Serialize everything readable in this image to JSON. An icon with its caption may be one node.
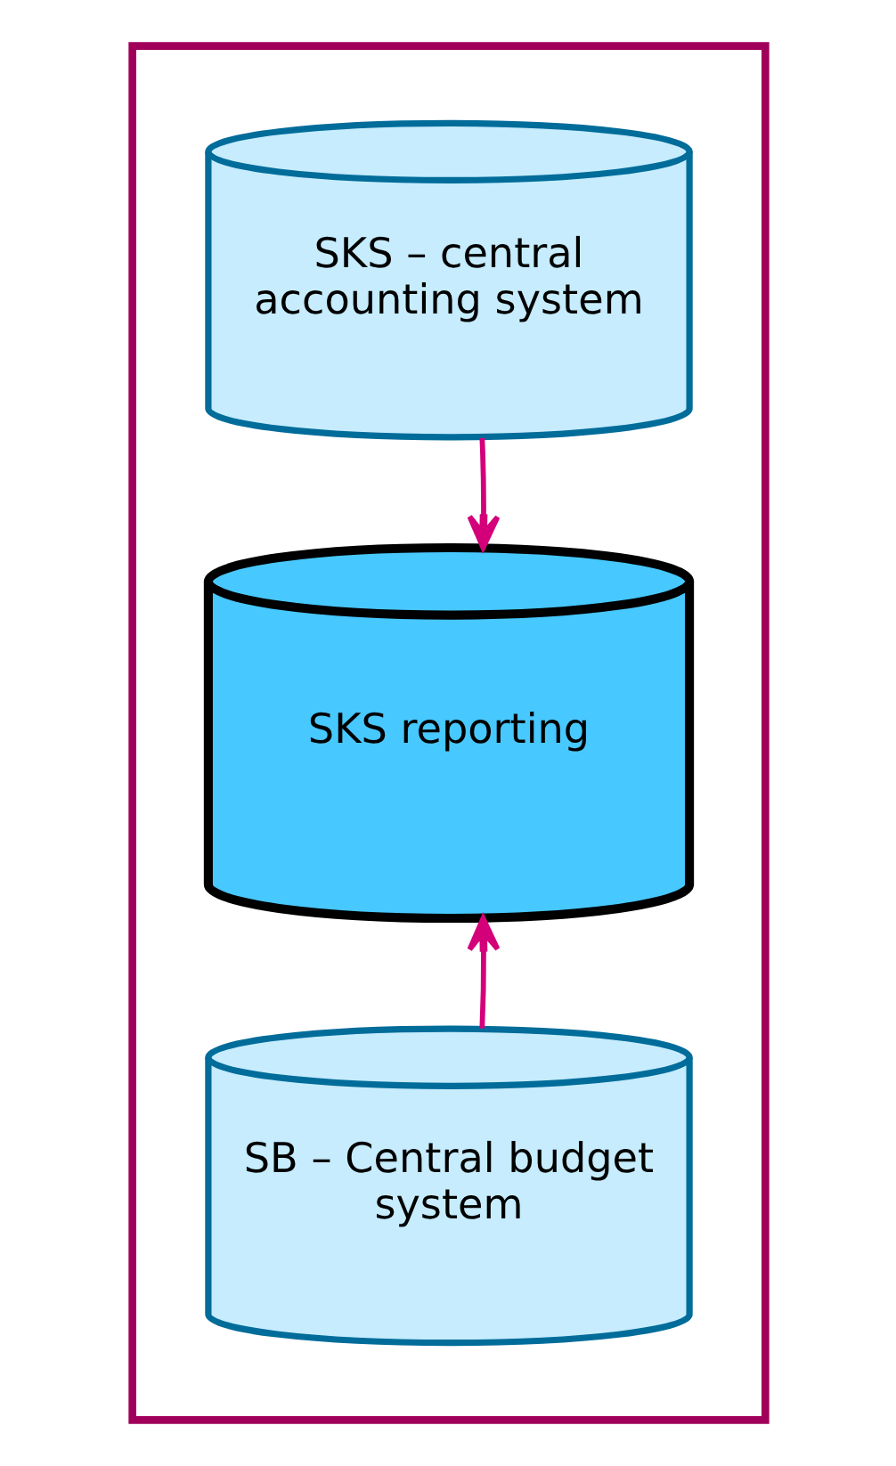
{
  "diagram": {
    "nodes": [
      {
        "text": [],
        "shape": "box"
      },
      {
        "text": [
          "SKS – central accounting system"
        ],
        "in": 0
      },
      {
        "text": [
          "SKS reporting"
        ],
        "in": 0
      },
      {
        "text": [
          "SB – Central budget system"
        ],
        "in": 0
      }
    ],
    "edges": [
      {
        "from": 1,
        "to": 2,
        "arrow": "to"
      },
      {
        "from": 3,
        "to": 2,
        "arrow": "to"
      }
    ]
  }
}
